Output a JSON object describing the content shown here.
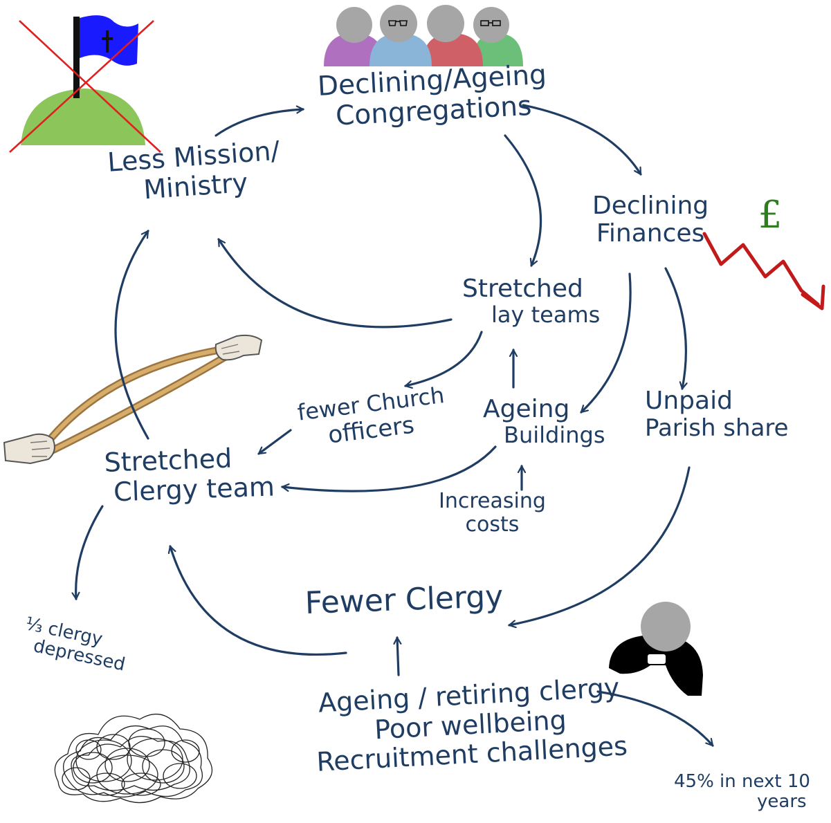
{
  "colors": {
    "ink": "#1f3d63",
    "red_cross": "#e02020",
    "red_trend": "#c21a1a",
    "pound_green": "#2e7d1f",
    "flag_blue": "#1a1aff",
    "hill_green": "#8cc55a",
    "head_gray": "#a6a6a6",
    "person_purple": "#b070c0",
    "person_blue": "#8ab4d8",
    "person_red": "#d06068",
    "person_green": "#6cbf78",
    "band_tan": "#c49a5a",
    "scribble": "#222222"
  },
  "icons": {
    "mission": "crossed-out-flag-on-hill-icon",
    "congregation": "group-of-people-icon",
    "finances": "pound-sign-icon",
    "trend": "downward-trend-arrow-icon",
    "stretch": "stretched-rubber-band-icon",
    "cloud": "dark-scribble-cloud-icon",
    "clergy": "clergy-person-icon"
  },
  "nodes": {
    "declining_congregations": {
      "line1": "Declining/Ageing",
      "line2": "Congregations"
    },
    "less_mission": {
      "line1": "Less Mission/",
      "line2": "Ministry"
    },
    "declining_finances": {
      "line1": "Declining",
      "line2": "Finances"
    },
    "stretched_lay": {
      "line1": "Stretched",
      "line2": "lay teams"
    },
    "fewer_officers": {
      "line1": "fewer Church",
      "line2": "officers"
    },
    "ageing_buildings": {
      "line1": "Ageing",
      "line2": "Buildings"
    },
    "unpaid_share": {
      "line1": "Unpaid",
      "line2": "Parish share"
    },
    "stretched_clergy": {
      "line1": "Stretched",
      "line2": "Clergy team"
    },
    "increasing_costs": {
      "line1": "Increasing",
      "line2": "costs"
    },
    "fewer_clergy": {
      "line1": "Fewer Clergy"
    },
    "clergy_depressed": {
      "line1": "⅓ clergy",
      "line2": "depressed"
    },
    "causes": {
      "line1": "Ageing / retiring clergy",
      "line2": "Poor wellbeing",
      "line3": "Recruitment challenges"
    },
    "retire_stat": {
      "line1": "45% in next 10",
      "line2": "years"
    },
    "pound_symbol": "£"
  }
}
